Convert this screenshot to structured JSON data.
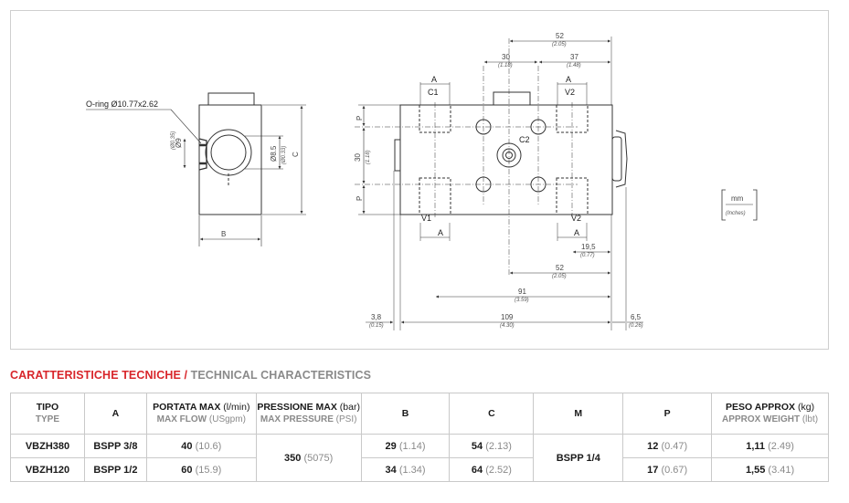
{
  "drawing": {
    "oring": "O-ring Ø10.77x2.62",
    "side_dims": {
      "d9": "Ø9",
      "d9_in": "(Ø0.35)",
      "d85": "Ø8.5",
      "d85_in": "(Ø0.33)",
      "B": "B",
      "C": "C"
    },
    "ports": {
      "A": "A",
      "C1": "C1",
      "V2": "V2",
      "C2": "C2",
      "V1": "V1",
      "P": "P"
    },
    "dims": {
      "d52": "52",
      "d52_in": "(2.05)",
      "d30": "30",
      "d30_in": "(1.18)",
      "d37": "37",
      "d37_in": "(1.48)",
      "d30v": "30",
      "d30v_in": "(1.18)",
      "d19_5": "19,5",
      "d19_5_in": "(0.77)",
      "d91": "91",
      "d91_in": "(3.59)",
      "d3_8": "3,8",
      "d3_8_in": "(0.15)",
      "d109": "109",
      "d109_in": "(4.30)",
      "d6_5": "6,5",
      "d6_5_in": "(0.26)"
    },
    "units": {
      "mm": "mm",
      "inches": "(Inches)"
    }
  },
  "section": {
    "title_red": "CARATTERISTICHE TECNICHE",
    "slash": " / ",
    "title_grey": "TECHNICAL CHARACTERISTICS"
  },
  "table": {
    "headers": {
      "tipo": "TIPO",
      "type": "TYPE",
      "a": "A",
      "portata": "PORTATA MAX",
      "portata_unit": " (l/min)",
      "max_flow": "MAX FLOW",
      "max_flow_unit": " (USgpm)",
      "pressione": "PRESSIONE MAX",
      "pressione_unit": " (bar)",
      "max_pressure": "MAX PRESSURE",
      "max_pressure_unit": " (PSI)",
      "b": "B",
      "c": "C",
      "m": "M",
      "p": "P",
      "peso": "PESO APPROX",
      "peso_unit": " (kg)",
      "weight": "APPROX WEIGHT",
      "weight_unit": " (lbt)"
    },
    "rows": [
      {
        "type": "VBZH380",
        "a": "BSPP 3/8",
        "flow": "40",
        "flow_alt": " (10.6)",
        "b": "29",
        "b_alt": " (1.14)",
        "c": "54",
        "c_alt": " (2.13)",
        "p": "12",
        "p_alt": " (0.47)",
        "weight": "1,11",
        "weight_alt": " (2.49)"
      },
      {
        "type": "VBZH120",
        "a": "BSPP 1/2",
        "flow": "60",
        "flow_alt": " (15.9)",
        "b": "34",
        "b_alt": " (1.34)",
        "c": "64",
        "c_alt": " (2.52)",
        "p": "17",
        "p_alt": " (0.67)",
        "weight": "1,55",
        "weight_alt": " (3.41)"
      }
    ],
    "shared": {
      "pressure": "350",
      "pressure_alt": " (5075)",
      "m": "BSPP 1/4"
    }
  }
}
